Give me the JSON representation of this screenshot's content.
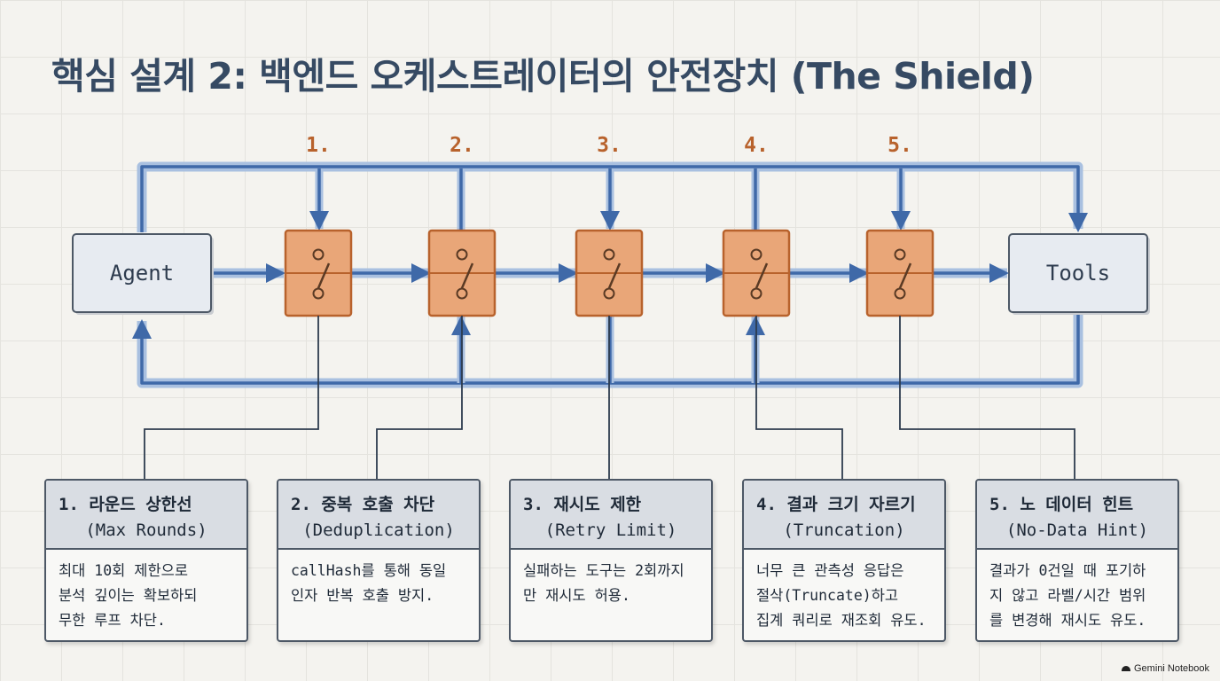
{
  "title": "핵심 설계 2: 백엔드 오케스트레이터의 안전장치 (The Shield)",
  "nodes": {
    "agent": "Agent",
    "tools": "Tools"
  },
  "switches": [
    {
      "num": "1."
    },
    {
      "num": "2."
    },
    {
      "num": "3."
    },
    {
      "num": "4."
    },
    {
      "num": "5."
    }
  ],
  "cards": [
    {
      "title": "1. 라운드 상한선",
      "subtitle": "(Max Rounds)",
      "body": "최대 10회 제한으로\n분석 깊이는 확보하되\n무한 루프 차단."
    },
    {
      "title": "2. 중복 호출 차단",
      "subtitle": "(Deduplication)",
      "body": "callHash를 통해 동일\n인자 반복 호출 방지."
    },
    {
      "title": "3. 재시도 제한",
      "subtitle": "(Retry Limit)",
      "body": "실패하는 도구는 2회까지\n만 재시도 허용."
    },
    {
      "title": "4. 결과 크기 자르기",
      "subtitle": "(Truncation)",
      "body": "너무 큰 관측성 응답은\n절삭(Truncate)하고\n집계 쿼리로 재조회 유도."
    },
    {
      "title": "5. 노 데이터 힌트",
      "subtitle": "(No-Data Hint)",
      "body": "결과가 0건일 때 포기하\n지 않고 라벨/시간 범위\n를 변경해 재시도 유도."
    }
  ],
  "footer": "Gemini Notebook",
  "colors": {
    "pipe": "#4a76b5",
    "switch_fill": "#e9a678",
    "switch_stroke": "#b8622c",
    "title": "#364a63"
  }
}
